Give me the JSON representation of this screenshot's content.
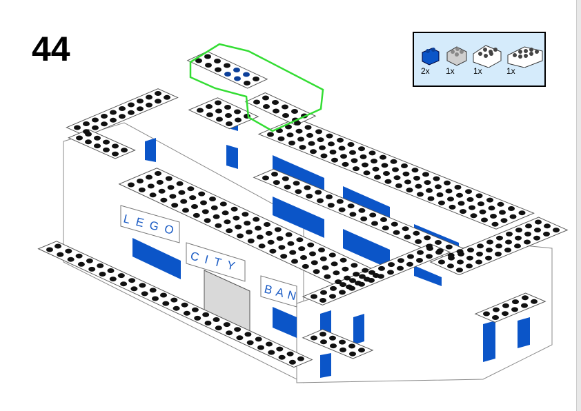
{
  "step_number": "44",
  "parts_list": [
    {
      "qty": "2x",
      "color": "blue",
      "type": "1x2 brick"
    },
    {
      "qty": "1x",
      "color": "light-gray",
      "type": "2x2 brick"
    },
    {
      "qty": "1x",
      "color": "white",
      "type": "2x3 brick"
    },
    {
      "qty": "1x",
      "color": "white",
      "type": "2x4 brick"
    }
  ],
  "signs": {
    "lego": "LEGO",
    "city": "CITY",
    "bank": "BAN"
  },
  "colors": {
    "blue": "#0b55c8",
    "highlight": "#33dd33",
    "parts_bg": "#d5ebfb",
    "stud": "#111111"
  }
}
